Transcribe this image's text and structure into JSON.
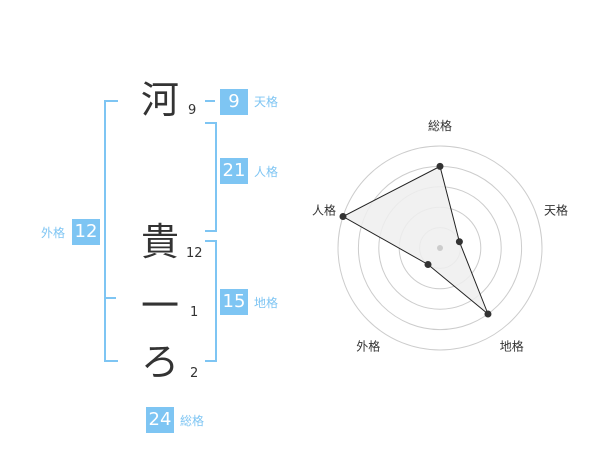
{
  "name": {
    "chars": [
      {
        "char": "河",
        "strokes": "9"
      },
      {
        "char": "貴",
        "strokes": "12"
      },
      {
        "char": "一",
        "strokes": "1"
      },
      {
        "char": "ろ",
        "strokes": "2"
      }
    ]
  },
  "fortunes": {
    "tenkaku": {
      "label": "天格",
      "value": "9"
    },
    "jinkaku": {
      "label": "人格",
      "value": "21"
    },
    "chikaku": {
      "label": "地格",
      "value": "15"
    },
    "gaikaku": {
      "label": "外格",
      "value": "12"
    },
    "soukaku": {
      "label": "総格",
      "value": "24"
    }
  },
  "colors": {
    "accent": "#7ec5f3",
    "text": "#333333",
    "grid": "#cccccc",
    "fill": "#eeeeee"
  },
  "chart_data": {
    "type": "radar",
    "axes": [
      "総格",
      "天格",
      "地格",
      "外格",
      "人格"
    ],
    "values": [
      4,
      1,
      4,
      1,
      5
    ],
    "rmax": 5,
    "rings": 5
  }
}
